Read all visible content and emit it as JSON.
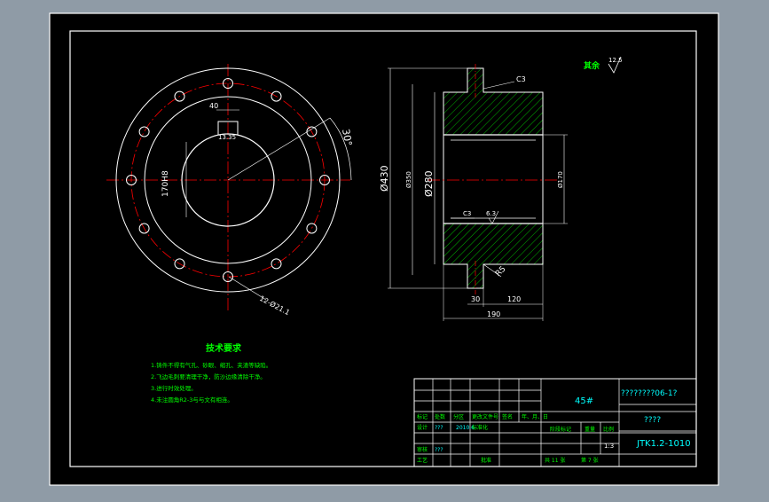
{
  "colors": {
    "background": "#000000",
    "frame": "#ffffff",
    "centerline": "#ff0000",
    "dimension": "#00ffff",
    "text_green": "#00ff00",
    "hatch": "#00ff00",
    "outline": "#ffffff",
    "titleblock_text": "#00ffff"
  },
  "front_view": {
    "keyway_width": "40",
    "keyway_height": "13.35",
    "bore_dim": "170H8",
    "angle": "30°",
    "hole_note": "12-Ø21.1"
  },
  "section_view": {
    "chamfer_top": "C3",
    "roughness_mark": "12.5",
    "diameter_outer": "Ø430",
    "diameter_hub": "Ø350",
    "diameter_mid": "Ø280",
    "diameter_bore": "Ø170",
    "chamfer_inner": "C3",
    "roughness_inner": "6.3",
    "radius": "R5",
    "dim_30": "30",
    "dim_120": "120",
    "dim_190": "190"
  },
  "surface_note": {
    "label": "其余",
    "value": "12.5"
  },
  "technical_requirements": {
    "title": "技术要求",
    "items": [
      "1.铸件不得有气孔、砂眼、缩孔、夹渣等缺陷。",
      "2.飞边毛刺要清理干净，防沙边缘清除干净。",
      "3.进行时效处理。",
      "4.未注圆角R2-3与与文有相连。"
    ]
  },
  "title_block": {
    "material": "45#",
    "drawing_name": "????????06-1?",
    "part_name": "????",
    "drawing_no": "JTK1.2-1010",
    "scale": "1:3",
    "headers": [
      "标记",
      "处数",
      "分区",
      "更改文件号",
      "签名",
      "年、月、日"
    ],
    "designer_label": "设计",
    "designer_name": "???",
    "date": "2010.6",
    "standardize": "标准化",
    "review_label": "审核",
    "review_name": "???",
    "process_label": "工艺",
    "approve_label": "批准",
    "stage_label": "阶段标记",
    "weight_label": "重量",
    "ratio_label": "比例",
    "sheets_total": "共 11 张",
    "sheet_no": "第 7 张"
  }
}
